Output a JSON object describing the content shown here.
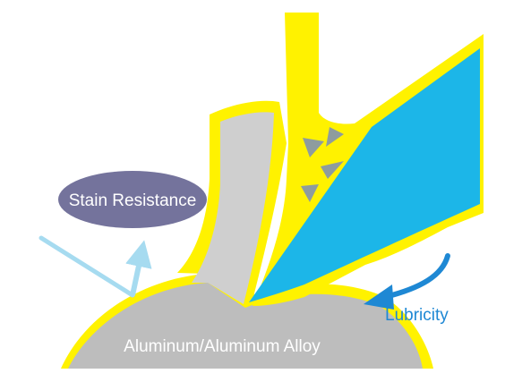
{
  "labels": {
    "stain_resistance": "Stain Resistance",
    "lubricity": "Lubricity",
    "substrate": "Aluminum/Aluminum Alloy"
  },
  "colors": {
    "coating_yellow": "#FFF200",
    "substrate_gray": "#BDBDBD",
    "layer_light_gray": "#CFCFCF",
    "lubricant_blue": "#1CB6E8",
    "particle_gray": "#8E9C9E",
    "ellipse_fill": "#74739C",
    "light_arrow_blue": "#A6DBF0",
    "lubricity_blue": "#1E88D4",
    "lubricity_text": "#1E88D4",
    "white_text": "#FFFFFF"
  },
  "icons": [
    "reflection-arrow-icon",
    "curved-arrow-icon"
  ]
}
